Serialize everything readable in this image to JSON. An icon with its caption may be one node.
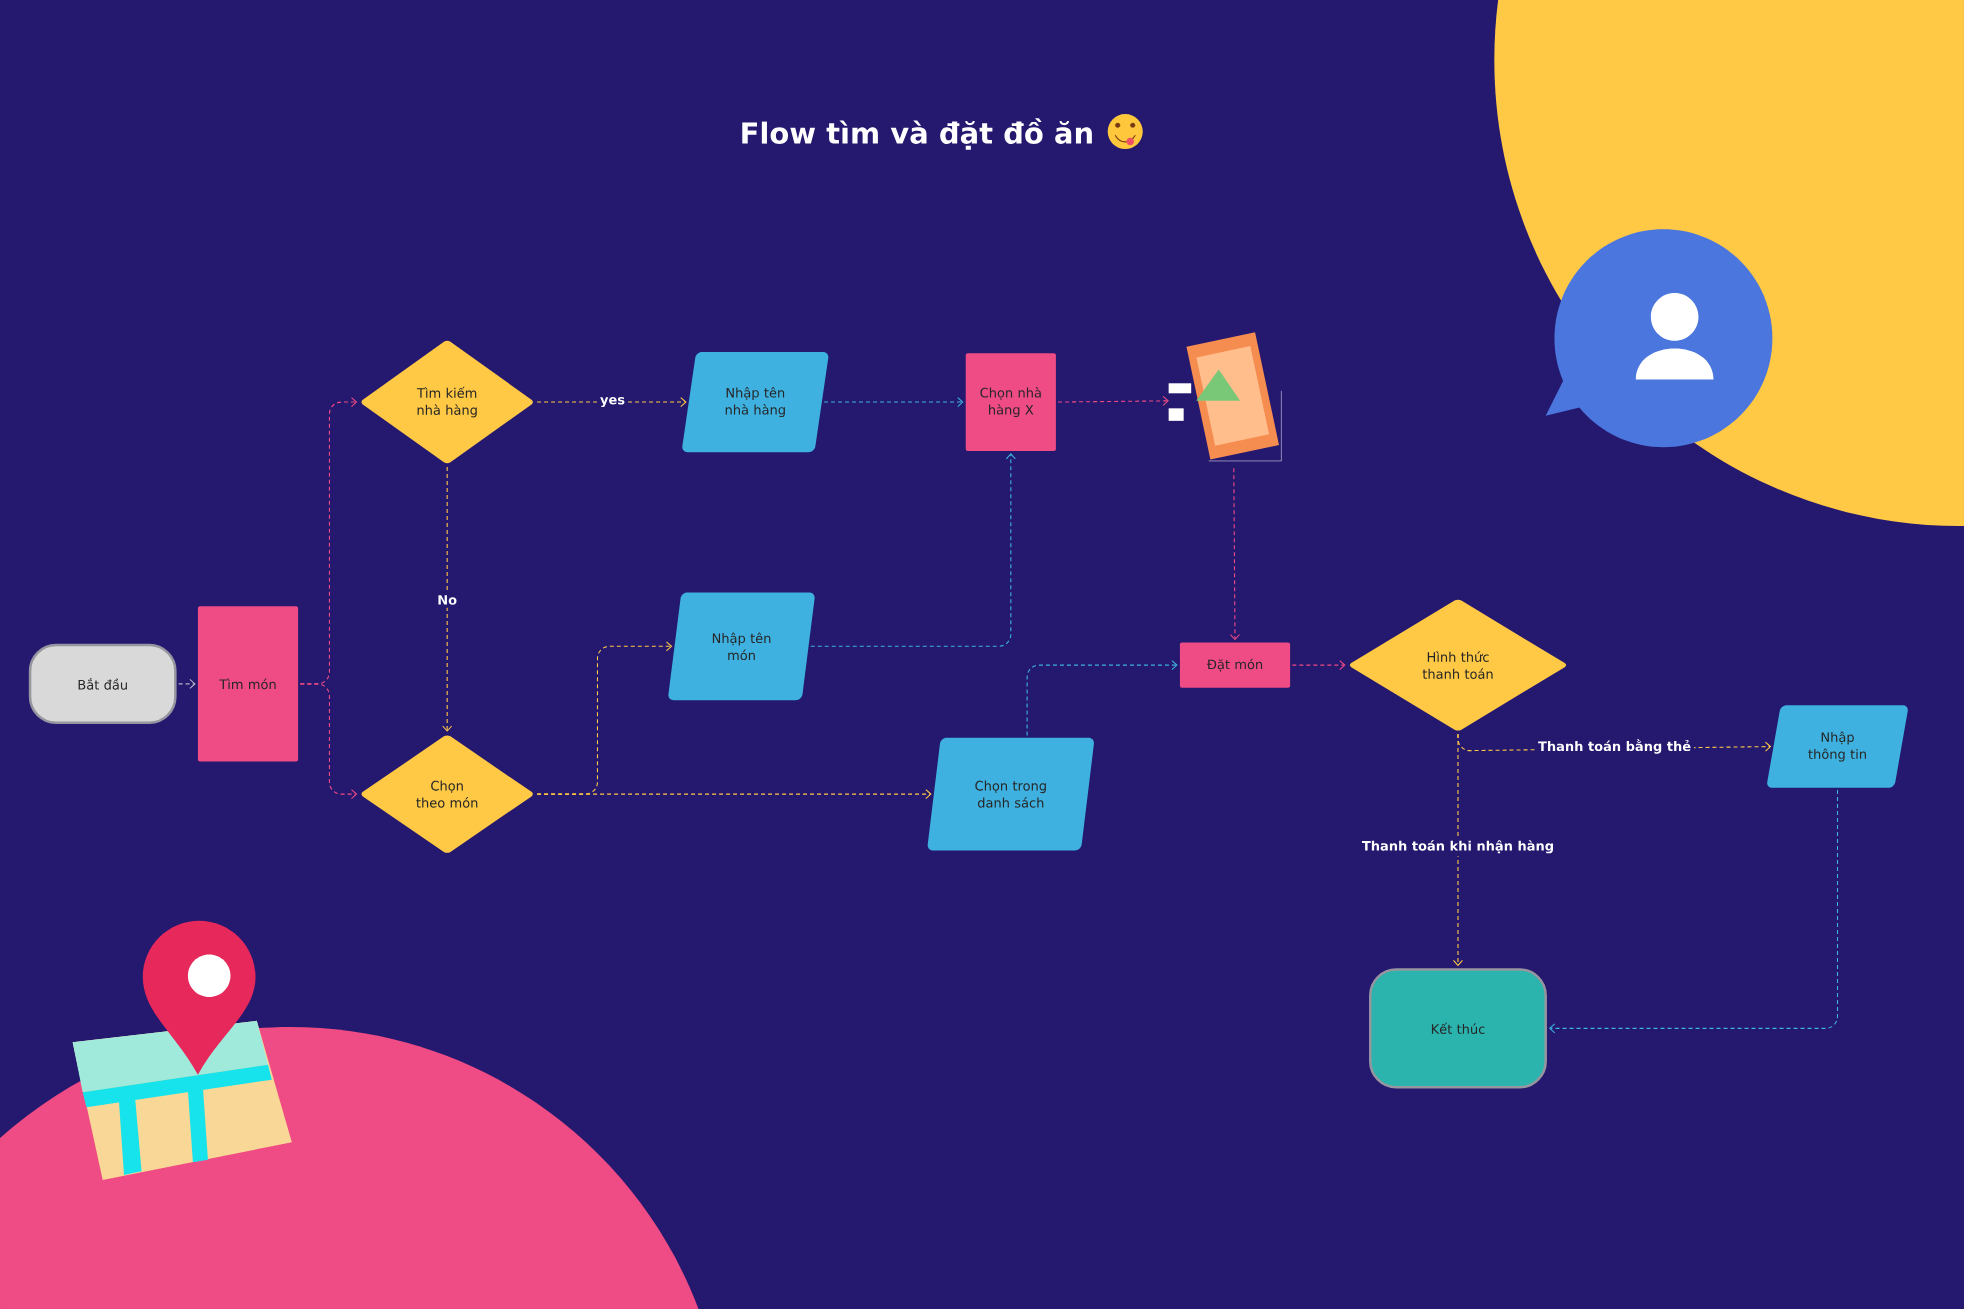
{
  "diagram": {
    "title": "Flow tìm và đặt đồ ăn",
    "nodes": [
      {
        "text": [
          "Bắt đầu"
        ]
      },
      {
        "text": [
          "Tìm món"
        ]
      },
      {
        "text": [
          "Tìm kiếm nhà hàng"
        ]
      },
      {
        "text": [
          "Chọn theo món"
        ]
      },
      {
        "text": [
          "Nhập tên nhà hàng"
        ]
      },
      {
        "text": [
          "Nhập tên món"
        ]
      },
      {
        "text": [
          "Chọn nhà hàng X"
        ]
      },
      {
        "text": [],
        "shape": "picture"
      },
      {
        "text": [
          "Chọn trong danh sách"
        ]
      },
      {
        "text": [
          "Đặt món"
        ]
      },
      {
        "text": [
          "Hình thức thanh toán"
        ]
      },
      {
        "text": [
          "Nhập thông tin"
        ]
      },
      {
        "text": [
          "Kết thúc"
        ]
      }
    ],
    "edges": [
      {
        "from": 0,
        "to": 1,
        "arrow": "to",
        "color": "#b4b4c8"
      },
      {
        "from": 1,
        "to": 2,
        "arrow": "to",
        "color": "#ef4b84"
      },
      {
        "from": 1,
        "to": 3,
        "arrow": "to",
        "color": "#ef4b84"
      },
      {
        "from": 2,
        "to": 4,
        "arrow": "to",
        "label": "yes",
        "color": "#ffc845"
      },
      {
        "from": 2,
        "to": 3,
        "arrow": "to",
        "label": "No",
        "color": "#ffc845"
      },
      {
        "from": 4,
        "to": 6,
        "arrow": "to",
        "color": "#3eb1e0"
      },
      {
        "from": 5,
        "to": 6,
        "arrow": "to",
        "color": "#3eb1e0"
      },
      {
        "from": 6,
        "to": 7,
        "arrow": "to",
        "color": "#ef4b84"
      },
      {
        "from": 7,
        "to": 9,
        "arrow": "to",
        "color": "#ef4b84"
      },
      {
        "from": 3,
        "to": 5,
        "arrow": "to",
        "color": "#ffc845"
      },
      {
        "from": 3,
        "to": 8,
        "arrow": "to",
        "color": "#ffc845"
      },
      {
        "from": 8,
        "to": 9,
        "arrow": "to",
        "color": "#3eb1e0"
      },
      {
        "from": 9,
        "to": 10,
        "arrow": "to",
        "color": "#ef4b84"
      },
      {
        "from": 10,
        "to": 11,
        "arrow": "to",
        "label": "Thanh toán bằng thẻ",
        "color": "#ffc845"
      },
      {
        "from": 10,
        "to": 12,
        "arrow": "to",
        "label": "Thanh toán khi nhận hàng",
        "color": "#ffc845"
      },
      {
        "from": 11,
        "to": 12,
        "arrow": "to",
        "color": "#3eb1e0"
      }
    ]
  }
}
